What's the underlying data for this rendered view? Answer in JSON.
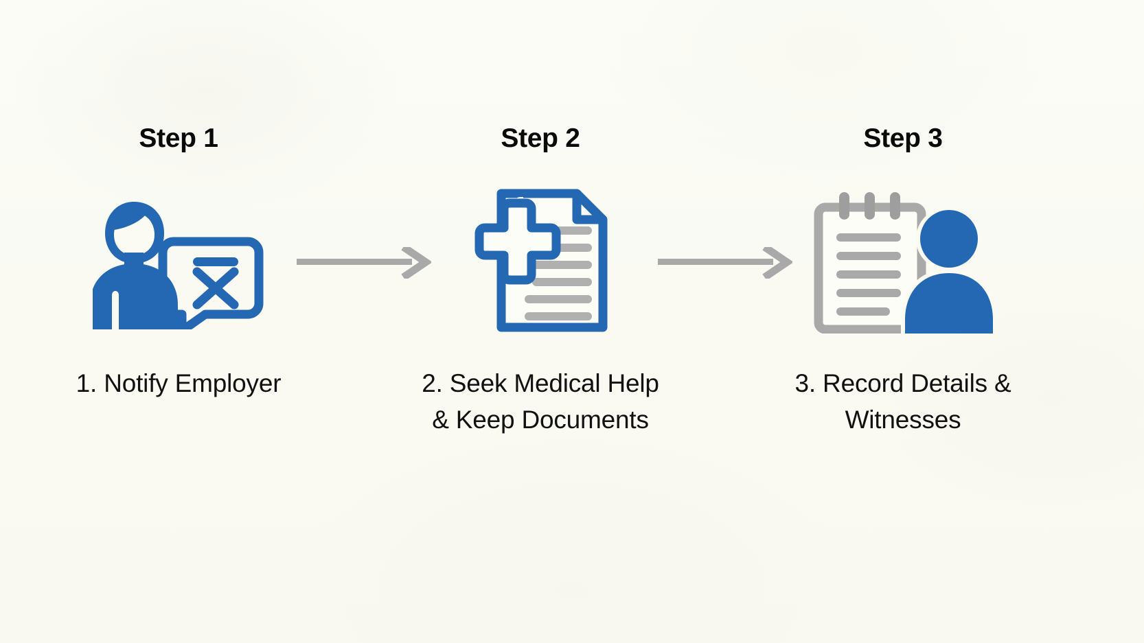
{
  "background_color": "#fbfbf4",
  "accent_blue": "#2467b3",
  "accent_gray": "#a9a9a9",
  "steps": [
    {
      "heading": "Step 1",
      "caption": "1. Notify Employer",
      "icon_name": "person-with-report-speech-bubble-icon"
    },
    {
      "heading": "Step 2",
      "caption": "2. Seek Medical Help & Keep Documents",
      "icon_name": "medical-cross-document-icon"
    },
    {
      "heading": "Step 3",
      "caption": "3. Record Details & Witnesses",
      "icon_name": "notepad-with-person-icon"
    }
  ],
  "connectors": [
    {
      "icon_name": "arrow-right-icon"
    },
    {
      "icon_name": "arrow-right-icon"
    }
  ]
}
